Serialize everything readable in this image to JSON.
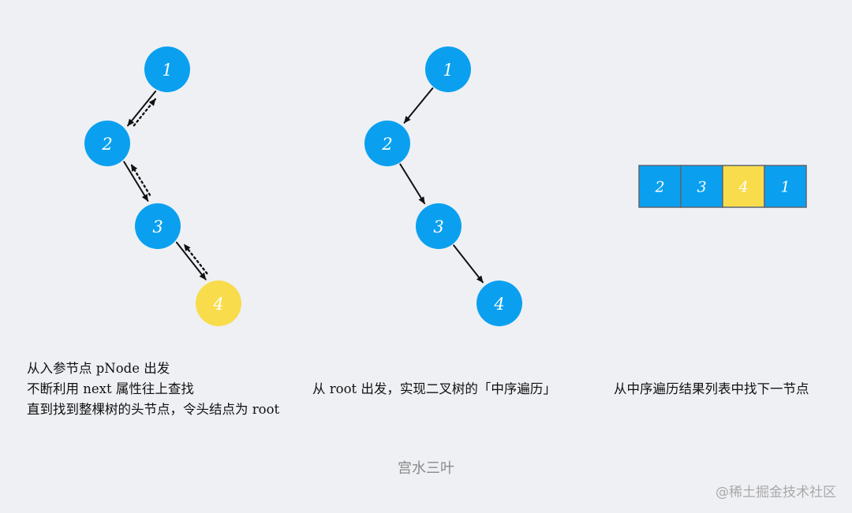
{
  "colors": {
    "node_blue": "#0aa0ef",
    "node_yellow": "#f8dc4c",
    "edge": "#111111",
    "array_border": "#5e6670",
    "background": "#eff0f4"
  },
  "left_tree": {
    "nodes": [
      {
        "id": "1",
        "label": "1",
        "color": "blue"
      },
      {
        "id": "2",
        "label": "2",
        "color": "blue"
      },
      {
        "id": "3",
        "label": "3",
        "color": "blue"
      },
      {
        "id": "4",
        "label": "4",
        "color": "yellow"
      }
    ],
    "edges": [
      {
        "from": "1",
        "to": "2",
        "style": "solid"
      },
      {
        "from": "2",
        "to": "3",
        "style": "solid"
      },
      {
        "from": "3",
        "to": "4",
        "style": "solid"
      },
      {
        "from": "2",
        "to": "1",
        "style": "dotted"
      },
      {
        "from": "3",
        "to": "2",
        "style": "dotted"
      },
      {
        "from": "4",
        "to": "3",
        "style": "dotted"
      }
    ],
    "caption": [
      "从入参节点 pNode 出发",
      "不断利用 next 属性往上查找",
      "直到找到整棵树的头节点，令头结点为 root"
    ]
  },
  "middle_tree": {
    "nodes": [
      {
        "id": "1",
        "label": "1",
        "color": "blue"
      },
      {
        "id": "2",
        "label": "2",
        "color": "blue"
      },
      {
        "id": "3",
        "label": "3",
        "color": "blue"
      },
      {
        "id": "4",
        "label": "4",
        "color": "blue"
      }
    ],
    "edges": [
      {
        "from": "1",
        "to": "2",
        "style": "solid"
      },
      {
        "from": "2",
        "to": "3",
        "style": "solid"
      },
      {
        "from": "3",
        "to": "4",
        "style": "solid"
      }
    ],
    "caption": "从 root 出发，实现二叉树的「中序遍历」"
  },
  "result_array": {
    "cells": [
      {
        "label": "2",
        "color": "blue"
      },
      {
        "label": "3",
        "color": "blue"
      },
      {
        "label": "4",
        "color": "yellow"
      },
      {
        "label": "1",
        "color": "blue"
      }
    ],
    "caption": "从中序遍历结果列表中找下一节点"
  },
  "signature": "宫水三叶",
  "watermark": "@稀土掘金技术社区"
}
